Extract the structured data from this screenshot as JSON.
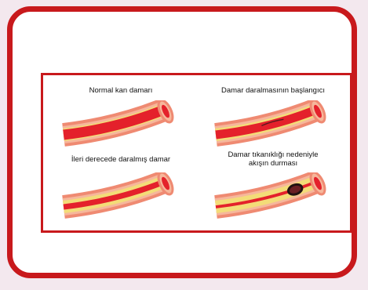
{
  "colors": {
    "frame_red": "#c8191c",
    "vessel_outer": "#ef8a72",
    "vessel_inner": "#f6b79b",
    "plaque": "#f3dc78",
    "blood": "#e4212b",
    "clot": "#231112",
    "background": "#f3e8ee"
  },
  "diagram": {
    "panels": [
      {
        "caption_lines": [
          "Normal kan damarı"
        ],
        "stage": "normal",
        "plaque_level": 0,
        "clot": false,
        "icon": "normal-vessel-icon"
      },
      {
        "caption_lines": [
          "Damar daralmasının başlangıcı"
        ],
        "stage": "early-narrowing",
        "plaque_level": 0.15,
        "clot": false,
        "icon": "early-narrowing-vessel-icon"
      },
      {
        "caption_lines": [
          "İleri derecede daralmış damar"
        ],
        "stage": "advanced-narrowing",
        "plaque_level": 0.45,
        "clot": false,
        "icon": "narrowed-vessel-icon"
      },
      {
        "caption_lines": [
          "Damar tıkanıklığı nedeniyle",
          "akışın durması"
        ],
        "stage": "blocked",
        "plaque_level": 0.7,
        "clot": true,
        "icon": "blocked-vessel-icon"
      }
    ]
  }
}
